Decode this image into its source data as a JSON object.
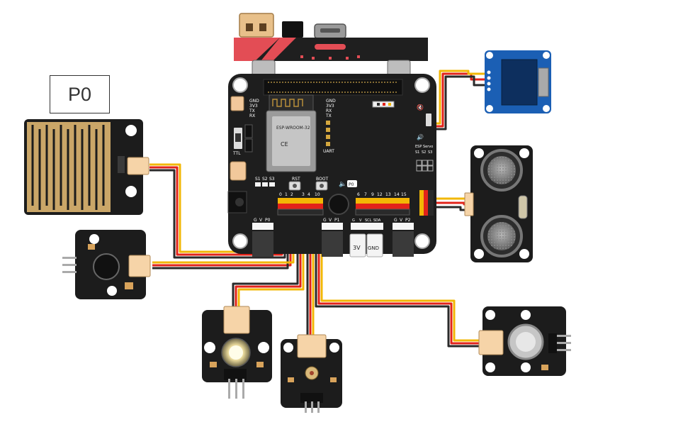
{
  "callout": {
    "pin_label": "P0"
  },
  "board": {
    "header_left": [
      "GND",
      "3V3",
      "TX",
      "RX"
    ],
    "header_right": [
      "GND",
      "3V3",
      "RX",
      "TX"
    ],
    "ttl_label": "TTL",
    "uart_label": "UART",
    "switch_labels": [
      "S1",
      "S2",
      "S3"
    ],
    "rst_label": "RST",
    "boot_label": "BOOT",
    "audio_pin_label": "P0",
    "servo_title": "ESP Servo",
    "servo_pins": [
      "S1",
      "S2",
      "S3"
    ],
    "left_pin_numbers": [
      "0",
      "1",
      "2",
      "3",
      "4",
      "10"
    ],
    "right_pin_numbers": [
      "6",
      "7",
      "9",
      "12",
      "13",
      "14",
      "15"
    ],
    "bottom_left_gvp": [
      "G",
      "V",
      "P0"
    ],
    "bottom_mid_gvp": [
      "G",
      "V",
      "P1"
    ],
    "bottom_right_gvp": [
      "G",
      "V",
      "P2"
    ],
    "i2c_labels": [
      "G",
      "V",
      "SCL",
      "SDA"
    ],
    "power_3v": "3V",
    "power_gnd": "GND",
    "module_text": [
      "ESP-WROOM-32",
      "CE"
    ]
  },
  "colors": {
    "board": "#1e1e1e",
    "wire_red": "#e2231a",
    "wire_black": "#2a2a2a",
    "wire_yellow": "#f2b705",
    "wire_orange": "#e8841e",
    "connector": "#f6d4a8",
    "oled_blue": "#1b5fb4",
    "microbit_red": "#e34d55"
  },
  "icons": [
    "water-sensor",
    "sound-sensor",
    "led-module",
    "light-sensor",
    "ultrasonic-sensor",
    "oled-display",
    "pir-sensor",
    "microbit-board"
  ]
}
